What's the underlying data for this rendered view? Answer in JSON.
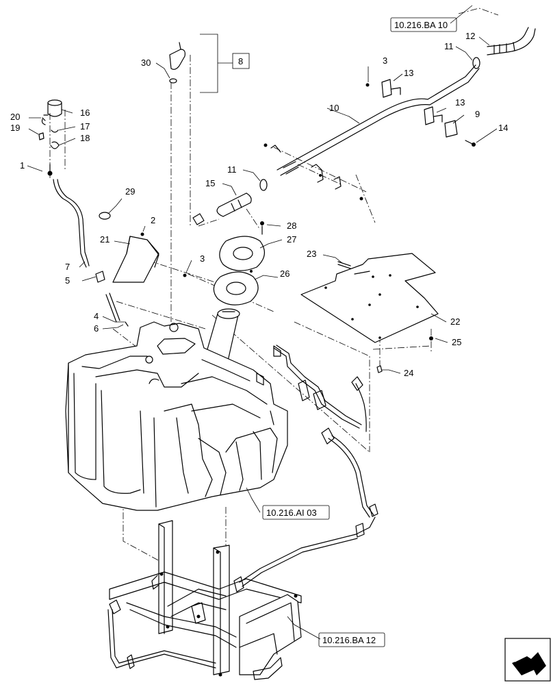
{
  "callouts": {
    "c1": "1",
    "c2": "2",
    "c3a": "3",
    "c3b": "3",
    "c4": "4",
    "c5": "5",
    "c6": "6",
    "c7": "7",
    "c8": "8",
    "c9": "9",
    "c10": "10",
    "c11a": "11",
    "c11b": "11",
    "c12": "12",
    "c13a": "13",
    "c13b": "13",
    "c14": "14",
    "c15": "15",
    "c16": "16",
    "c17": "17",
    "c18": "18",
    "c19": "19",
    "c20": "20",
    "c21": "21",
    "c22": "22",
    "c23": "23",
    "c24": "24",
    "c25": "25",
    "c26": "26",
    "c27": "27",
    "c28": "28",
    "c29": "29",
    "c30": "30"
  },
  "references": {
    "ref_top": "10.216.BA 10",
    "ref_tank": "10.216.AI 03",
    "ref_frame": "10.216.BA 12"
  },
  "nav": {
    "icon": "next-page-arrow-icon"
  }
}
